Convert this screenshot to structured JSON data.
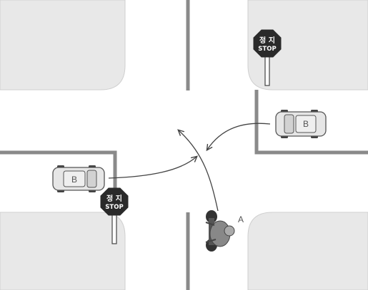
{
  "signs": [
    {
      "id": "sign-ne",
      "korean": "정 지",
      "english": "STOP"
    },
    {
      "id": "sign-sw",
      "korean": "정 지",
      "english": "STOP"
    }
  ],
  "vehicles": {
    "car_east": {
      "label": "B"
    },
    "car_west": {
      "label": "B"
    },
    "motorcycle": {
      "label": "A"
    }
  },
  "colors": {
    "block_fill": "#e8e8e8",
    "block_stroke": "#c8c8c8",
    "lane_line": "#8a8a8a",
    "sign_red": "#2a2a2a",
    "car_body": "#e6e6e6",
    "car_stroke": "#555555",
    "arrow": "#444444"
  }
}
